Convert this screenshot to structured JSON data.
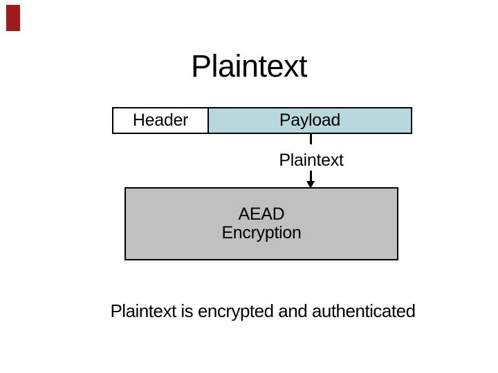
{
  "slide": {
    "title": "Plaintext",
    "packet": {
      "header_label": "Header",
      "payload_label": "Payload"
    },
    "flow": {
      "arrow_label": "Plaintext",
      "aead_line1": "AEAD",
      "aead_line2": "Encryption"
    },
    "caption": "Plaintext is encrypted and authenticated",
    "colors": {
      "background": "#ffffff",
      "header_fill": "#ffffff",
      "payload_fill": "#b9d8db",
      "aead_fill": "#c0c0c0",
      "border": "#000000",
      "text": "#000000",
      "marker_red": "#9e1b1b"
    }
  }
}
